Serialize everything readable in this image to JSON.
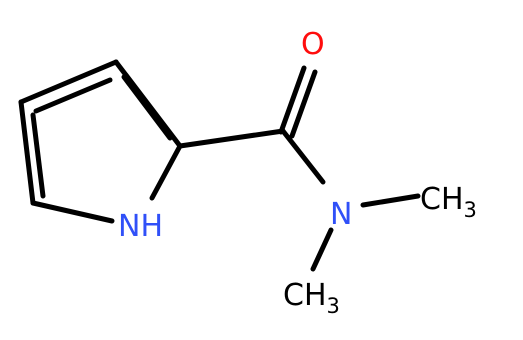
{
  "molecule": {
    "atoms": {
      "oxygen": "O",
      "amide_nitrogen": "N",
      "pyrrole_nh": "NH",
      "methyl_1": {
        "main": "CH",
        "subscript": "3"
      },
      "methyl_2": {
        "main": "CH",
        "subscript": "3"
      }
    },
    "colors": {
      "bond": "#000000",
      "oxygen": "#ff0d0d",
      "nitrogen": "#3050f8",
      "carbon": "#000000"
    }
  }
}
